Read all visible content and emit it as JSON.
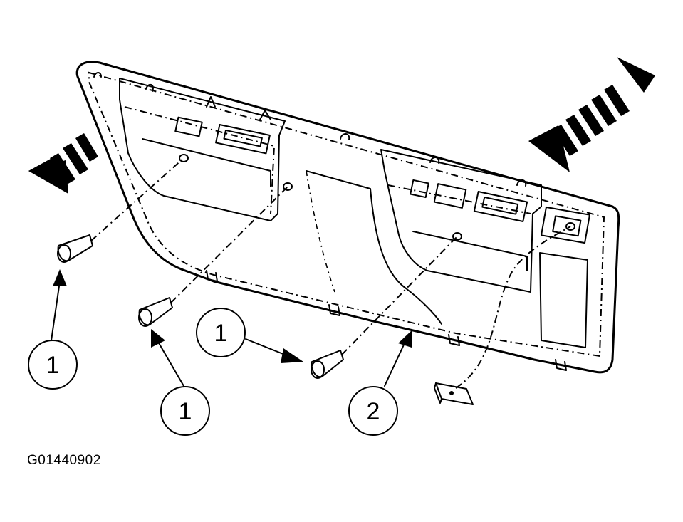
{
  "figure": {
    "id_label": "G01440902"
  },
  "callouts": [
    {
      "key": "screw-left",
      "label": "1"
    },
    {
      "key": "screw-mid-lower",
      "label": "1"
    },
    {
      "key": "screw-mid-upper",
      "label": "1"
    },
    {
      "key": "panel",
      "label": "2"
    }
  ],
  "colors": {
    "ink": "#000000",
    "paper": "#ffffff",
    "mesh": "#555555"
  }
}
